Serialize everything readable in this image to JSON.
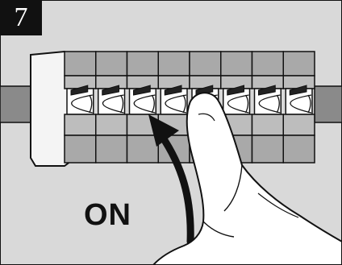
{
  "step": {
    "number": "7"
  },
  "instruction": {
    "label": "ON"
  },
  "colors": {
    "wall": "#d9d9d9",
    "rail": "#8a8a8a",
    "breaker_body": "#bdbdbd",
    "breaker_cap": "#a9a9a9",
    "outline": "#111111",
    "arrow": "#111111",
    "hand": "#ffffff"
  },
  "breakers": {
    "count": 8
  }
}
